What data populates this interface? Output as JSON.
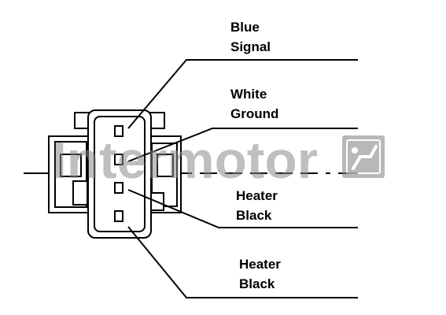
{
  "watermark": {
    "text": "Intermotor",
    "color": "#8a8a8a",
    "logo_icon": "intermotor-logo-icon"
  },
  "wires": [
    {
      "color_label": "Blue",
      "function_label": "Signal"
    },
    {
      "color_label": "White",
      "function_label": "Ground"
    },
    {
      "color_label": "Heater",
      "function_label": "Black"
    },
    {
      "color_label": "Heater",
      "function_label": "Black"
    }
  ],
  "colors": {
    "line": "#000000",
    "background": "#ffffff"
  }
}
